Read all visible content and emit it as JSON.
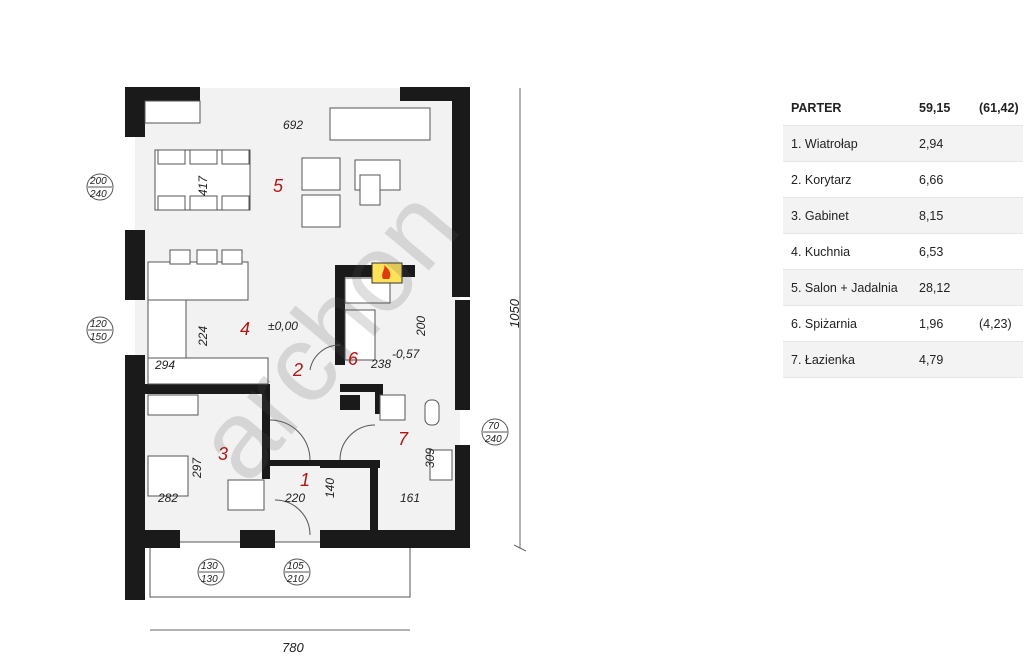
{
  "plan": {
    "overall_width_label": "780",
    "overall_depth_label": "1050",
    "living_width_label": "692",
    "living_depth_label": "417",
    "level_label": "±0,00",
    "level_label_lower": "-0,57",
    "rooms": [
      {
        "number": "1"
      },
      {
        "number": "2"
      },
      {
        "number": "3"
      },
      {
        "number": "4"
      },
      {
        "number": "5"
      },
      {
        "number": "6"
      },
      {
        "number": "7"
      }
    ],
    "dims": {
      "d224": "224",
      "d294": "294",
      "d200": "200",
      "d238": "238",
      "d297": "297",
      "d282": "282",
      "d220": "220",
      "d140": "140",
      "d309": "309",
      "d161": "161"
    },
    "openings": [
      {
        "label_top": "200",
        "label_bottom": "240"
      },
      {
        "label_top": "120",
        "label_bottom": "150"
      },
      {
        "label_top": "70",
        "label_bottom": "240"
      },
      {
        "label_top": "130",
        "label_bottom": "130"
      },
      {
        "label_top": "105",
        "label_bottom": "210"
      }
    ],
    "watermark": "archon"
  },
  "table": {
    "header": {
      "name": "PARTER",
      "area": "59,15",
      "extra": "(61,42)"
    },
    "rows": [
      {
        "name": "1. Wiatrołap",
        "area": "2,94",
        "extra": ""
      },
      {
        "name": "2. Korytarz",
        "area": "6,66",
        "extra": ""
      },
      {
        "name": "3. Gabinet",
        "area": "8,15",
        "extra": ""
      },
      {
        "name": "4. Kuchnia",
        "area": "6,53",
        "extra": ""
      },
      {
        "name": "5. Salon + Jadalnia",
        "area": "28,12",
        "extra": ""
      },
      {
        "name": "6. Spiżarnia",
        "area": "1,96",
        "extra": "(4,23)"
      },
      {
        "name": "7. Łazienka",
        "area": "4,79",
        "extra": ""
      }
    ]
  },
  "colors": {
    "wall": "#1a1a1a",
    "room_label": "#b01818",
    "dimension": "#222222"
  }
}
